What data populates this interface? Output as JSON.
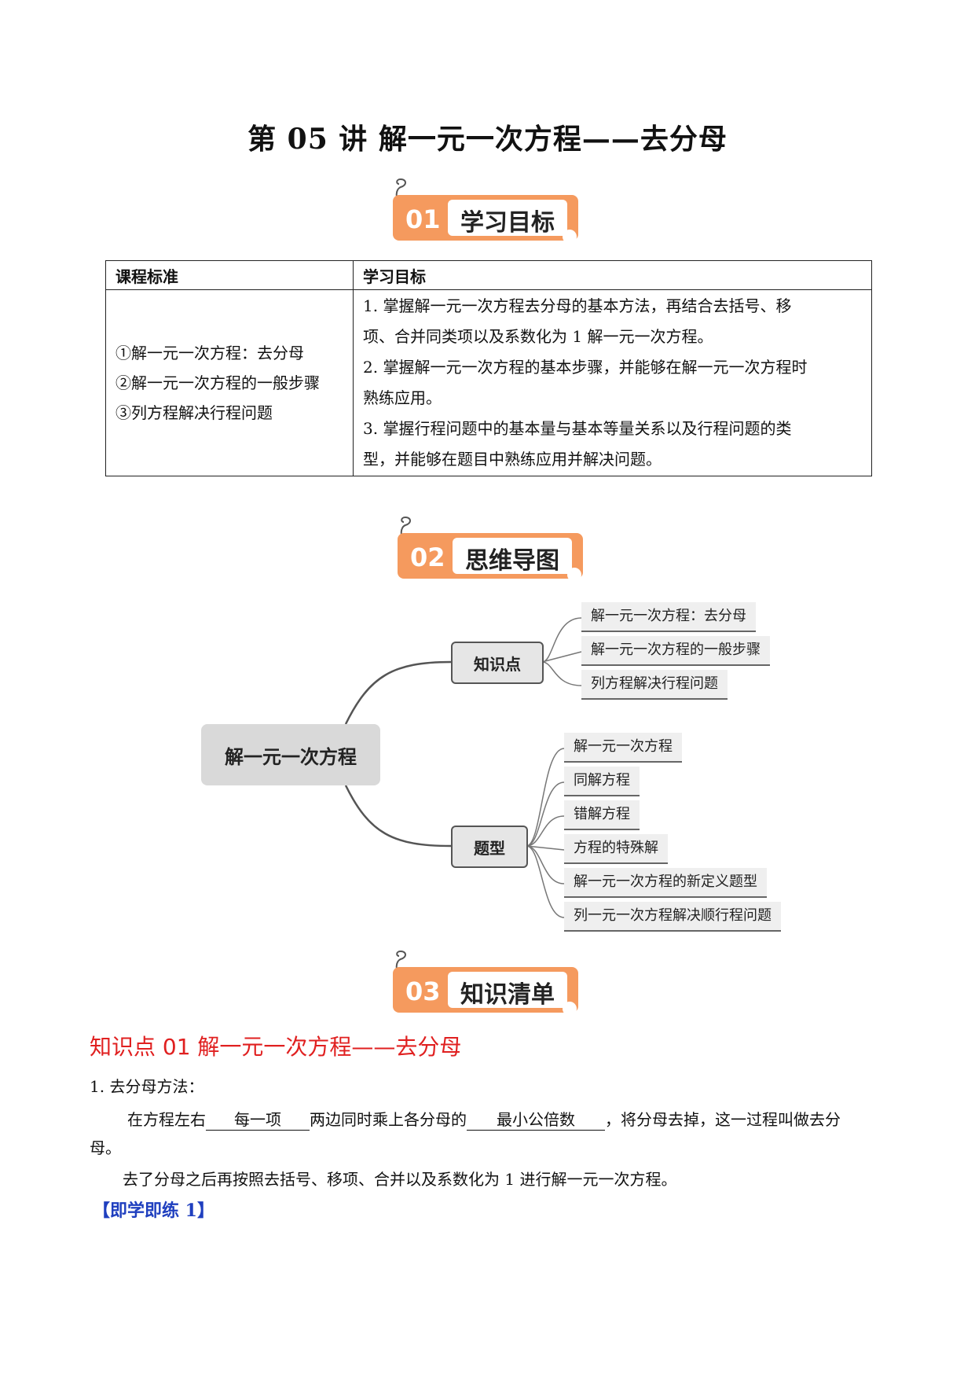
{
  "title": "第 05 讲  解一元一次方程——去分母",
  "sections": [
    {
      "num": "01",
      "label": "学习目标"
    },
    {
      "num": "02",
      "label": "思维导图"
    },
    {
      "num": "03",
      "label": "知识清单"
    }
  ],
  "table": {
    "headers": [
      "课程标准",
      "学习目标"
    ],
    "standards": [
      "①解一元一次方程：去分母",
      "②解一元一次方程的一般步骤",
      "③列方程解决行程问题"
    ],
    "goals": [
      "1. 掌握解一元一次方程去分母的基本方法，再结合去括号、移",
      "项、合并同类项以及系数化为 1 解一元一次方程。",
      "2. 掌握解一元一次方程的基本步骤，并能够在解一元一次方程时",
      "熟练应用。",
      "3. 掌握行程问题中的基本量与基本等量关系以及行程问题的类",
      "型，并能够在题目中熟练应用并解决问题。"
    ]
  },
  "mindmap": {
    "root": "解一元一次方程",
    "branches": [
      {
        "label": "知识点",
        "leaves": [
          "解一元一次方程：去分母",
          "解一元一次方程的一般步骤",
          "列方程解决行程问题"
        ]
      },
      {
        "label": "题型",
        "leaves": [
          "解一元一次方程",
          "同解方程",
          "错解方程",
          "方程的特殊解",
          "解一元一次方程的新定义题型",
          "列一元一次方程解决顺行程问题"
        ]
      }
    ]
  },
  "knowledge": {
    "title": "知识点 01  解一元一次方程——去分母",
    "item1_head": "1. 去分母方法：",
    "p1_a": "在方程左右",
    "blank1": "每一项",
    "p1_b": "两边同时乘上各分母的",
    "blank2": "最小公倍数",
    "p1_c": "，将分母去掉，这一过程叫做去分",
    "p1_d": "母。",
    "p2": "去了分母之后再按照去括号、移项、合并以及系数化为 1 进行解一元一次方程。",
    "practice": "【即学即练 1】"
  }
}
